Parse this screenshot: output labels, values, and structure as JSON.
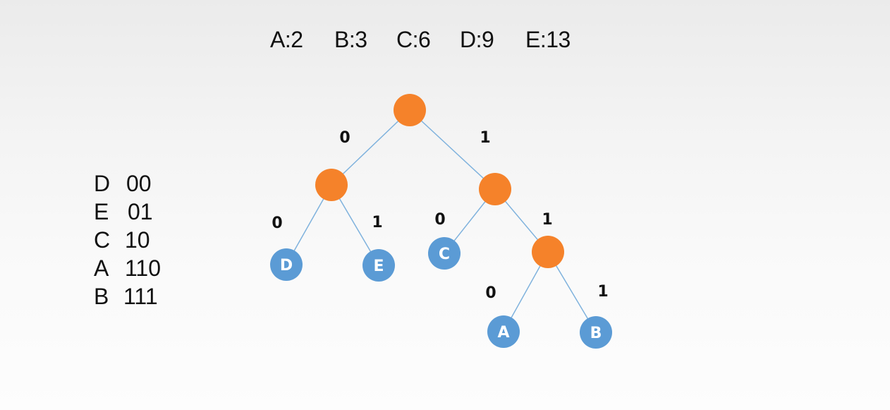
{
  "weights": [
    {
      "symbol": "A",
      "weight": 2,
      "text": "A:2"
    },
    {
      "symbol": "B",
      "weight": 3,
      "text": "B:3"
    },
    {
      "symbol": "C",
      "weight": 6,
      "text": "C:6"
    },
    {
      "symbol": "D",
      "weight": 9,
      "text": "D:9"
    },
    {
      "symbol": "E",
      "weight": 13,
      "text": "E:13"
    }
  ],
  "codes": [
    {
      "symbol": "D",
      "code": "00"
    },
    {
      "symbol": "E",
      "code": "01"
    },
    {
      "symbol": "C",
      "code": "10"
    },
    {
      "symbol": "A",
      "code": "110"
    },
    {
      "symbol": "B",
      "code": "111"
    }
  ],
  "tree": {
    "colors": {
      "internal": "#f5822a",
      "leaf": "#5b9bd5",
      "edge": "#7fb2dd"
    },
    "nodes": [
      {
        "id": "root",
        "kind": "internal"
      },
      {
        "id": "n0",
        "kind": "internal"
      },
      {
        "id": "n1",
        "kind": "internal"
      },
      {
        "id": "n11",
        "kind": "internal"
      },
      {
        "id": "D",
        "kind": "leaf",
        "label": "D"
      },
      {
        "id": "E",
        "kind": "leaf",
        "label": "E"
      },
      {
        "id": "C",
        "kind": "leaf",
        "label": "C"
      },
      {
        "id": "A",
        "kind": "leaf",
        "label": "A"
      },
      {
        "id": "B",
        "kind": "leaf",
        "label": "B"
      }
    ],
    "edges": [
      {
        "from": "root",
        "to": "n0",
        "label": "0"
      },
      {
        "from": "root",
        "to": "n1",
        "label": "1"
      },
      {
        "from": "n0",
        "to": "D",
        "label": "0"
      },
      {
        "from": "n0",
        "to": "E",
        "label": "1"
      },
      {
        "from": "n1",
        "to": "C",
        "label": "0"
      },
      {
        "from": "n1",
        "to": "n11",
        "label": "1"
      },
      {
        "from": "n11",
        "to": "A",
        "label": "0"
      },
      {
        "from": "n11",
        "to": "B",
        "label": "1"
      }
    ]
  }
}
